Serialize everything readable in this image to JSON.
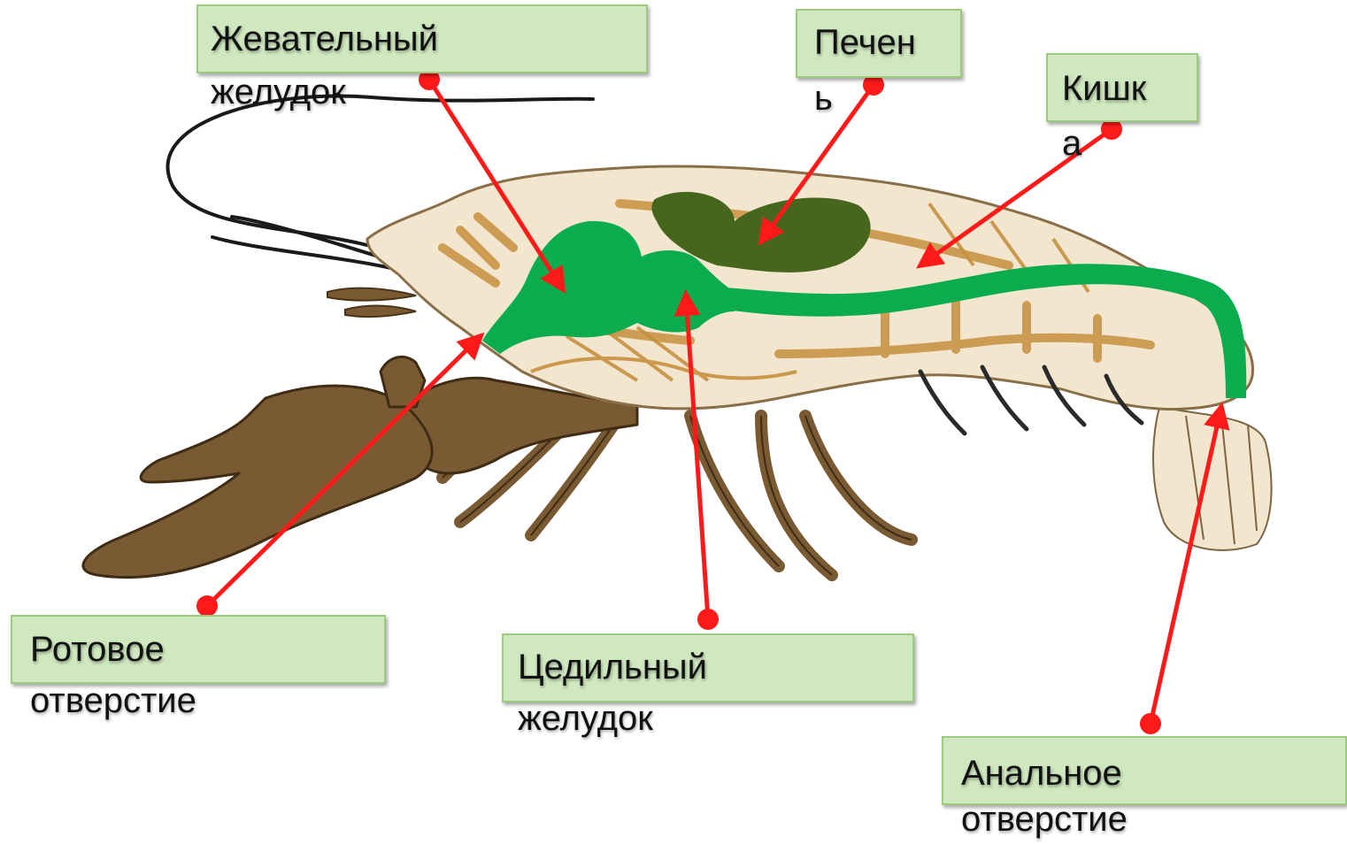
{
  "labels": {
    "chewing_stomach": [
      "Жевательный",
      "желудок"
    ],
    "liver": [
      "Печен",
      "ь"
    ],
    "intestine": [
      "Кишк",
      "а"
    ],
    "mouth": [
      "Ротовое",
      "отверстие"
    ],
    "filter_stomach": [
      "Цедильный",
      "желудок"
    ],
    "anus": [
      "Анальное",
      "отверстие"
    ]
  },
  "colors": {
    "label_fill": "#cfe8bf",
    "label_border": "#9ccb80",
    "pointer": "#ff1a1a",
    "digestive_tract": "#0aac4e",
    "liver": "#46661e",
    "body": "#f3e6cf",
    "body_detail": "#c7903f",
    "claws_legs": "#7a5a33"
  },
  "icons": {
    "organism": "crayfish-anatomy-illustration",
    "pointer_end": "red-dot",
    "pointer_head": "red-arrowhead"
  }
}
